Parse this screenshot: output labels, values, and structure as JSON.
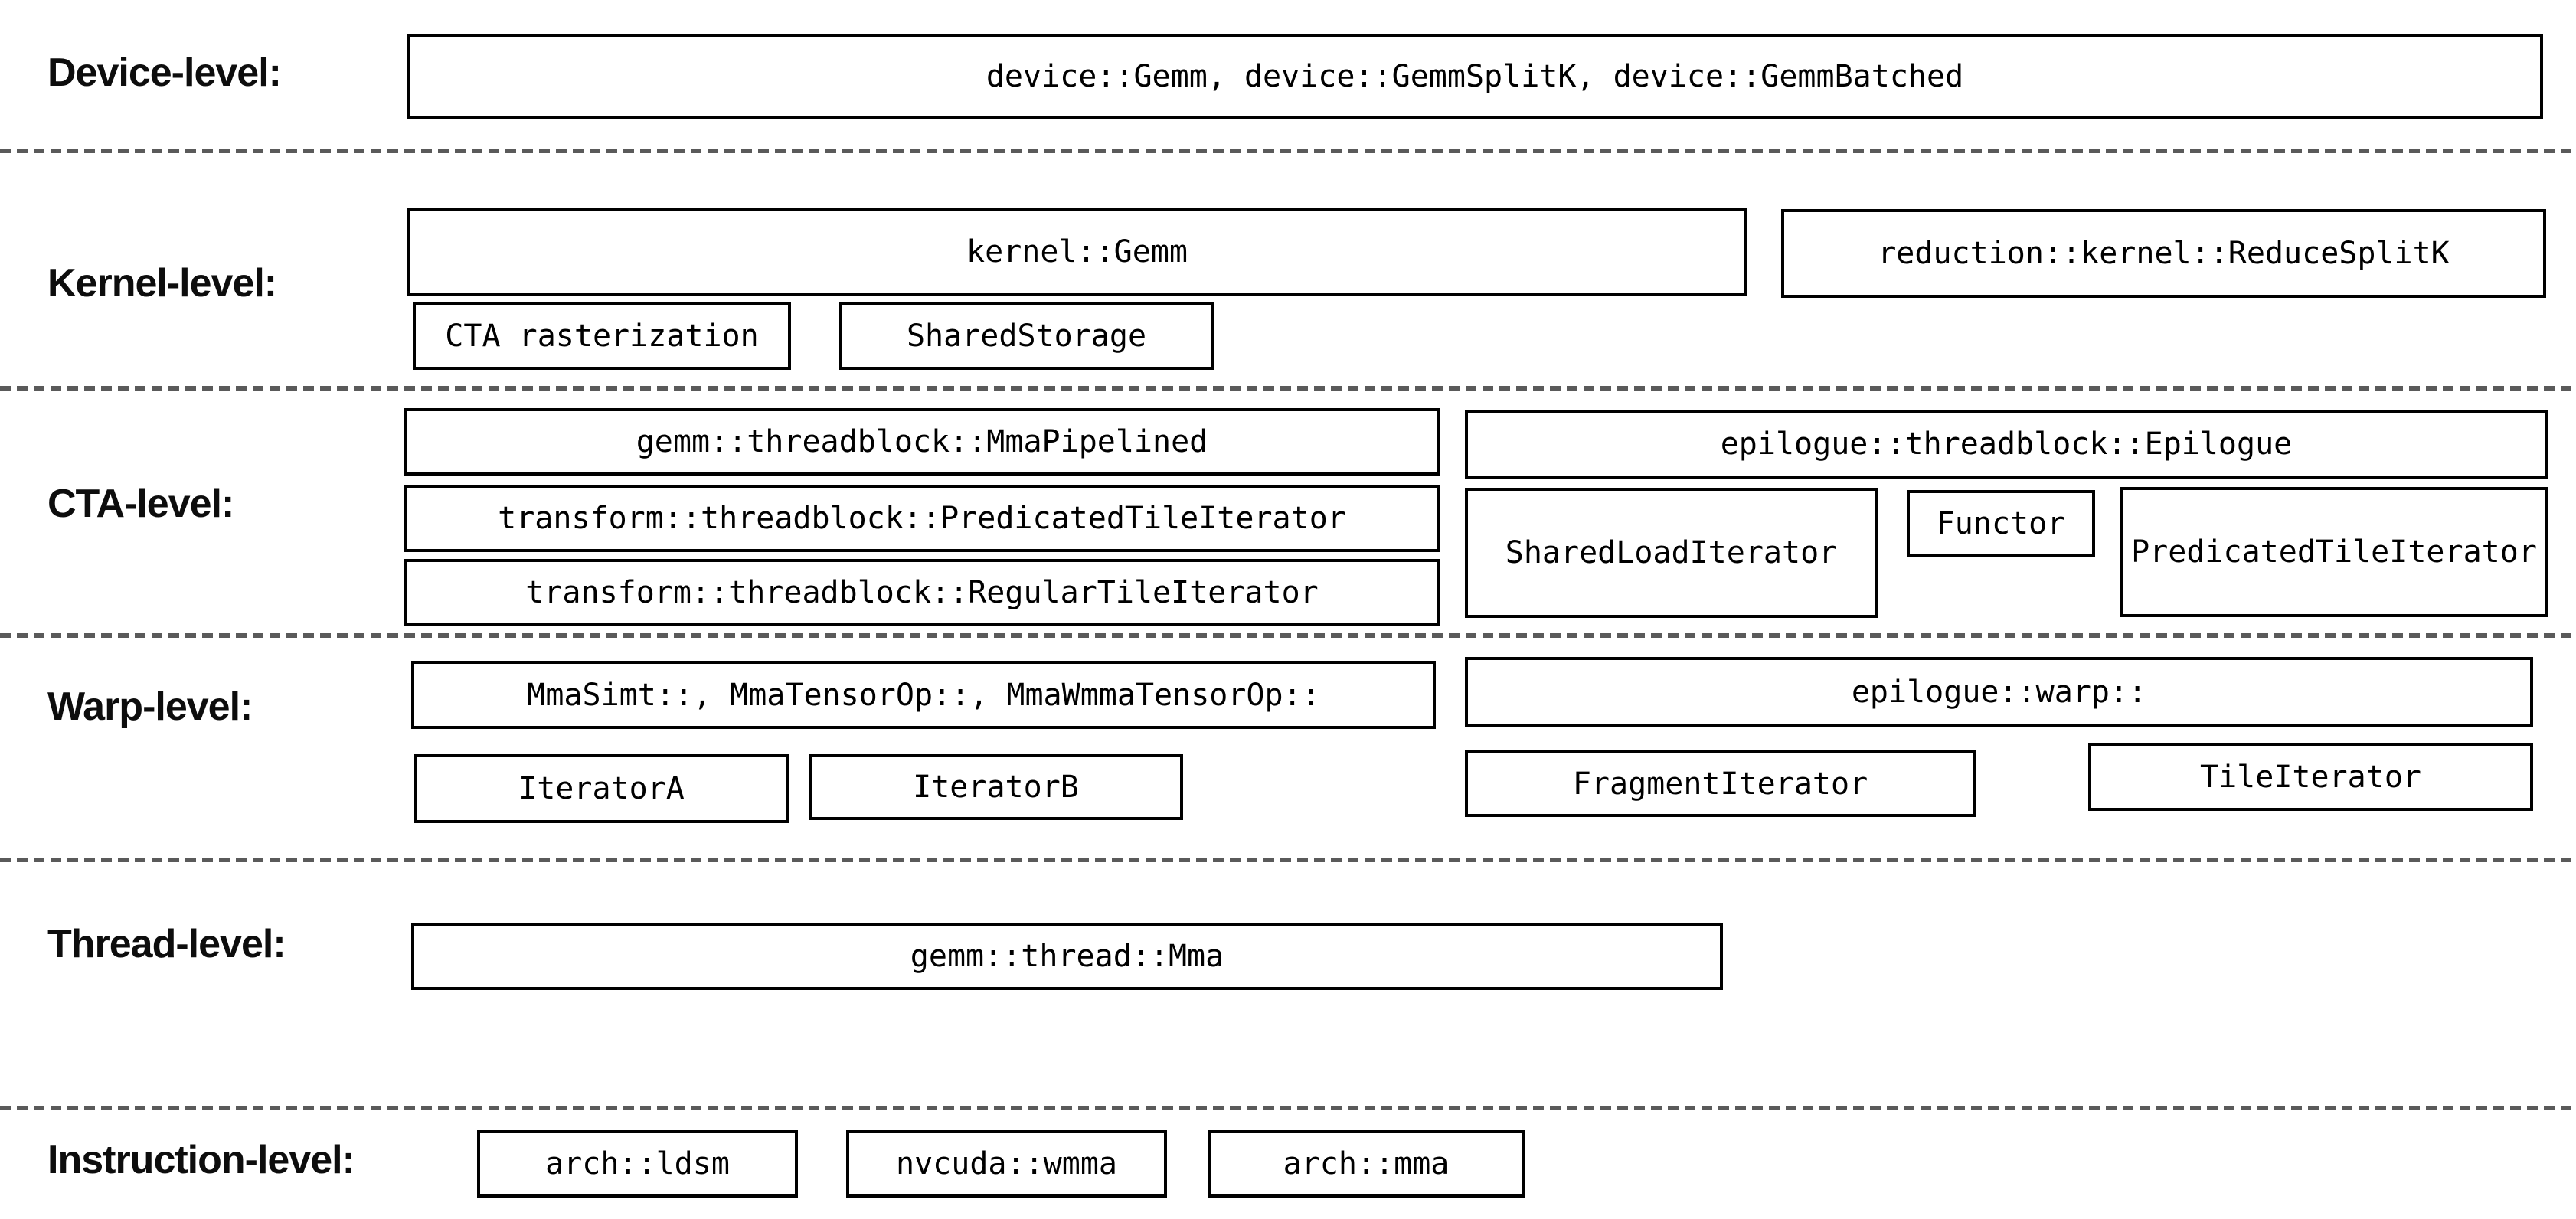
{
  "colors": {
    "background": "#ffffff",
    "box_border": "#000000",
    "text": "#000000",
    "divider": "#5a5a5a"
  },
  "levels": {
    "device": {
      "label": "Device-level:",
      "main_box": "device::Gemm, device::GemmSplitK, device::GemmBatched"
    },
    "kernel": {
      "label": "Kernel-level:",
      "gemm": "kernel::Gemm",
      "reduce_splitk": "reduction::kernel::ReduceSplitK",
      "cta_rasterization": "CTA rasterization",
      "shared_storage": "SharedStorage"
    },
    "cta": {
      "label": "CTA-level:",
      "mma_pipelined": "gemm::threadblock::MmaPipelined",
      "predicated_tile_iterator": "transform::threadblock::PredicatedTileIterator",
      "regular_tile_iterator": "transform::threadblock::RegularTileIterator",
      "epilogue": "epilogue::threadblock::Epilogue",
      "shared_load_iterator": "SharedLoadIterator",
      "functor": "Functor",
      "epilogue_predicated_tile_iterator": "PredicatedTileIterator"
    },
    "warp": {
      "label": "Warp-level:",
      "mma_ops": "MmaSimt::, MmaTensorOp::, MmaWmmaTensorOp::",
      "iterator_a": "IteratorA",
      "iterator_b": "IteratorB",
      "epilogue_warp": "epilogue::warp::",
      "fragment_iterator": "FragmentIterator",
      "tile_iterator": "TileIterator"
    },
    "thread": {
      "label": "Thread-level:",
      "mma": "gemm::thread::Mma"
    },
    "instruction": {
      "label": "Instruction-level:",
      "arch_ldsm": "arch::ldsm",
      "nvcuda_wmma": "nvcuda::wmma",
      "arch_mma": "arch::mma"
    }
  }
}
